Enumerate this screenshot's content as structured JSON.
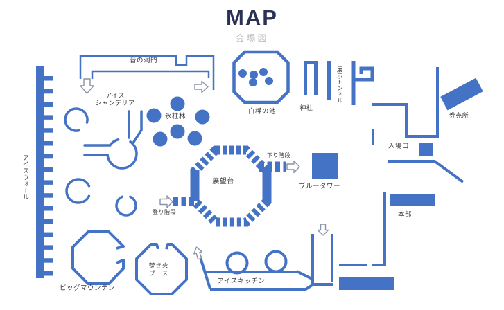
{
  "title": "MAP",
  "subtitle": "会場図",
  "colors": {
    "primary_blue": "#4472c4",
    "title_navy": "#2a3157",
    "subtitle_gray": "#bcbcbc",
    "label_dark": "#3a3a3a",
    "arrow_outline": "#8a92a6"
  },
  "labels": {
    "sound_gate": "音の洞門",
    "ice_wall": "アイスウォール",
    "ice_chandelier_line1": "アイス",
    "ice_chandelier_line2": "シャンデリア",
    "icicle_forest": "氷柱林",
    "birch_pond": "白樺の池",
    "shrine": "神社",
    "exhibit_tunnel": "展示トンネル",
    "ticket_office": "券売所",
    "entrance": "入場口",
    "down_stairs": "下り階段",
    "observation_deck": "展望台",
    "up_stairs": "登り階段",
    "blue_tower": "ブルータワー",
    "headquarters": "本部",
    "big_mountain": "ビッグマウンテン",
    "bonfire_line1": "焚き火",
    "bonfire_line2": "ブース",
    "ice_kitchen": "アイスキッチン"
  }
}
